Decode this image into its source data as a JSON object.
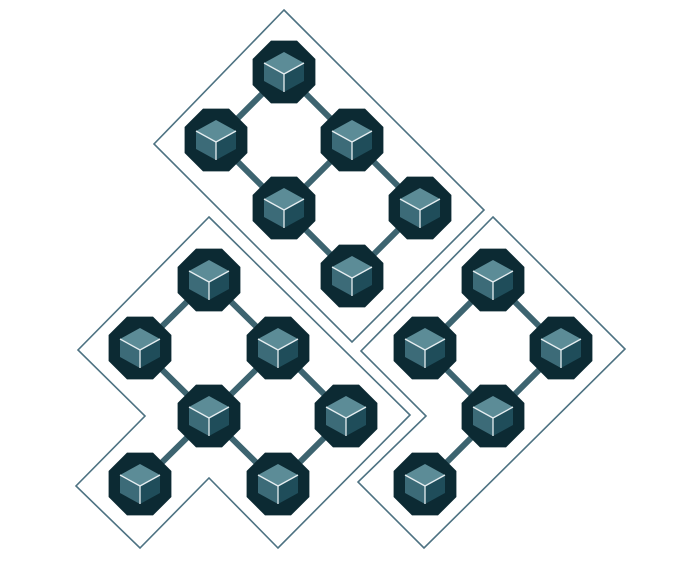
{
  "diagram": {
    "colors": {
      "background": "#ffffff",
      "outline": "#4d7282",
      "edge": "#3d6470",
      "octagon": "#0c2a33",
      "cube_top": "#5c8c97",
      "cube_left": "#3c6b78",
      "cube_right": "#1f4d5a",
      "cube_line": "#e6eef1"
    },
    "icon": "cube-icon",
    "groups": [
      {
        "name": "top-cluster",
        "nodes": [
          "t1",
          "t2",
          "t3",
          "t4",
          "t5",
          "t6"
        ],
        "edges": [
          [
            "t1",
            "t2"
          ],
          [
            "t1",
            "t3"
          ],
          [
            "t2",
            "t4"
          ],
          [
            "t3",
            "t4"
          ],
          [
            "t3",
            "t5"
          ],
          [
            "t4",
            "t6"
          ],
          [
            "t5",
            "t6"
          ]
        ]
      },
      {
        "name": "left-cluster",
        "nodes": [
          "l1",
          "l2",
          "l3",
          "l4",
          "l5",
          "l6",
          "l7"
        ],
        "edges": [
          [
            "l1",
            "l2"
          ],
          [
            "l1",
            "l3"
          ],
          [
            "l2",
            "l4"
          ],
          [
            "l3",
            "l4"
          ],
          [
            "l3",
            "l5"
          ],
          [
            "l4",
            "l6"
          ],
          [
            "l4",
            "l7"
          ],
          [
            "l5",
            "l7"
          ]
        ]
      },
      {
        "name": "right-cluster",
        "nodes": [
          "r1",
          "r2",
          "r3",
          "r4",
          "r5"
        ],
        "edges": [
          [
            "r1",
            "r2"
          ],
          [
            "r1",
            "r3"
          ],
          [
            "r2",
            "r4"
          ],
          [
            "r3",
            "r4"
          ],
          [
            "r4",
            "r5"
          ]
        ]
      }
    ]
  }
}
